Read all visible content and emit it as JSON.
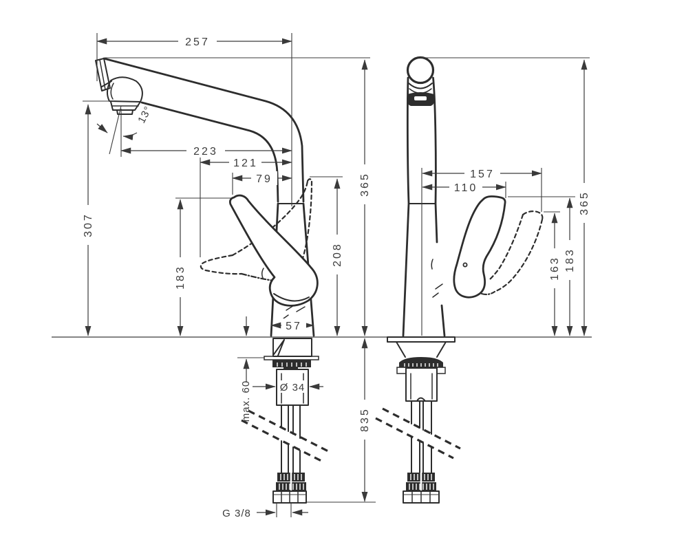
{
  "drawing": {
    "background_color": "#ffffff",
    "line_color": "#2d2d2d",
    "dimension_color": "#3a3a3a"
  },
  "side_view": {
    "spout_reach": "257",
    "spray_angle": "13°",
    "reach_aerator": "223",
    "reach_handle_open": "121",
    "reach_handle_closed": "79",
    "height_aerator": "307",
    "height_handle_open": "183",
    "height_handle_top": "208",
    "height_spout_top": "365",
    "base_width": "57",
    "max_deck_thickness": "max. 60",
    "shank_diameter": "Ø 34",
    "hose_length": "835",
    "hose_thread": "G 3/8"
  },
  "front_view": {
    "handle_offset_open": "157",
    "handle_offset_closed": "110",
    "height_handle_open": "163",
    "height_handle_closed": "183",
    "height_spout_top": "365"
  }
}
